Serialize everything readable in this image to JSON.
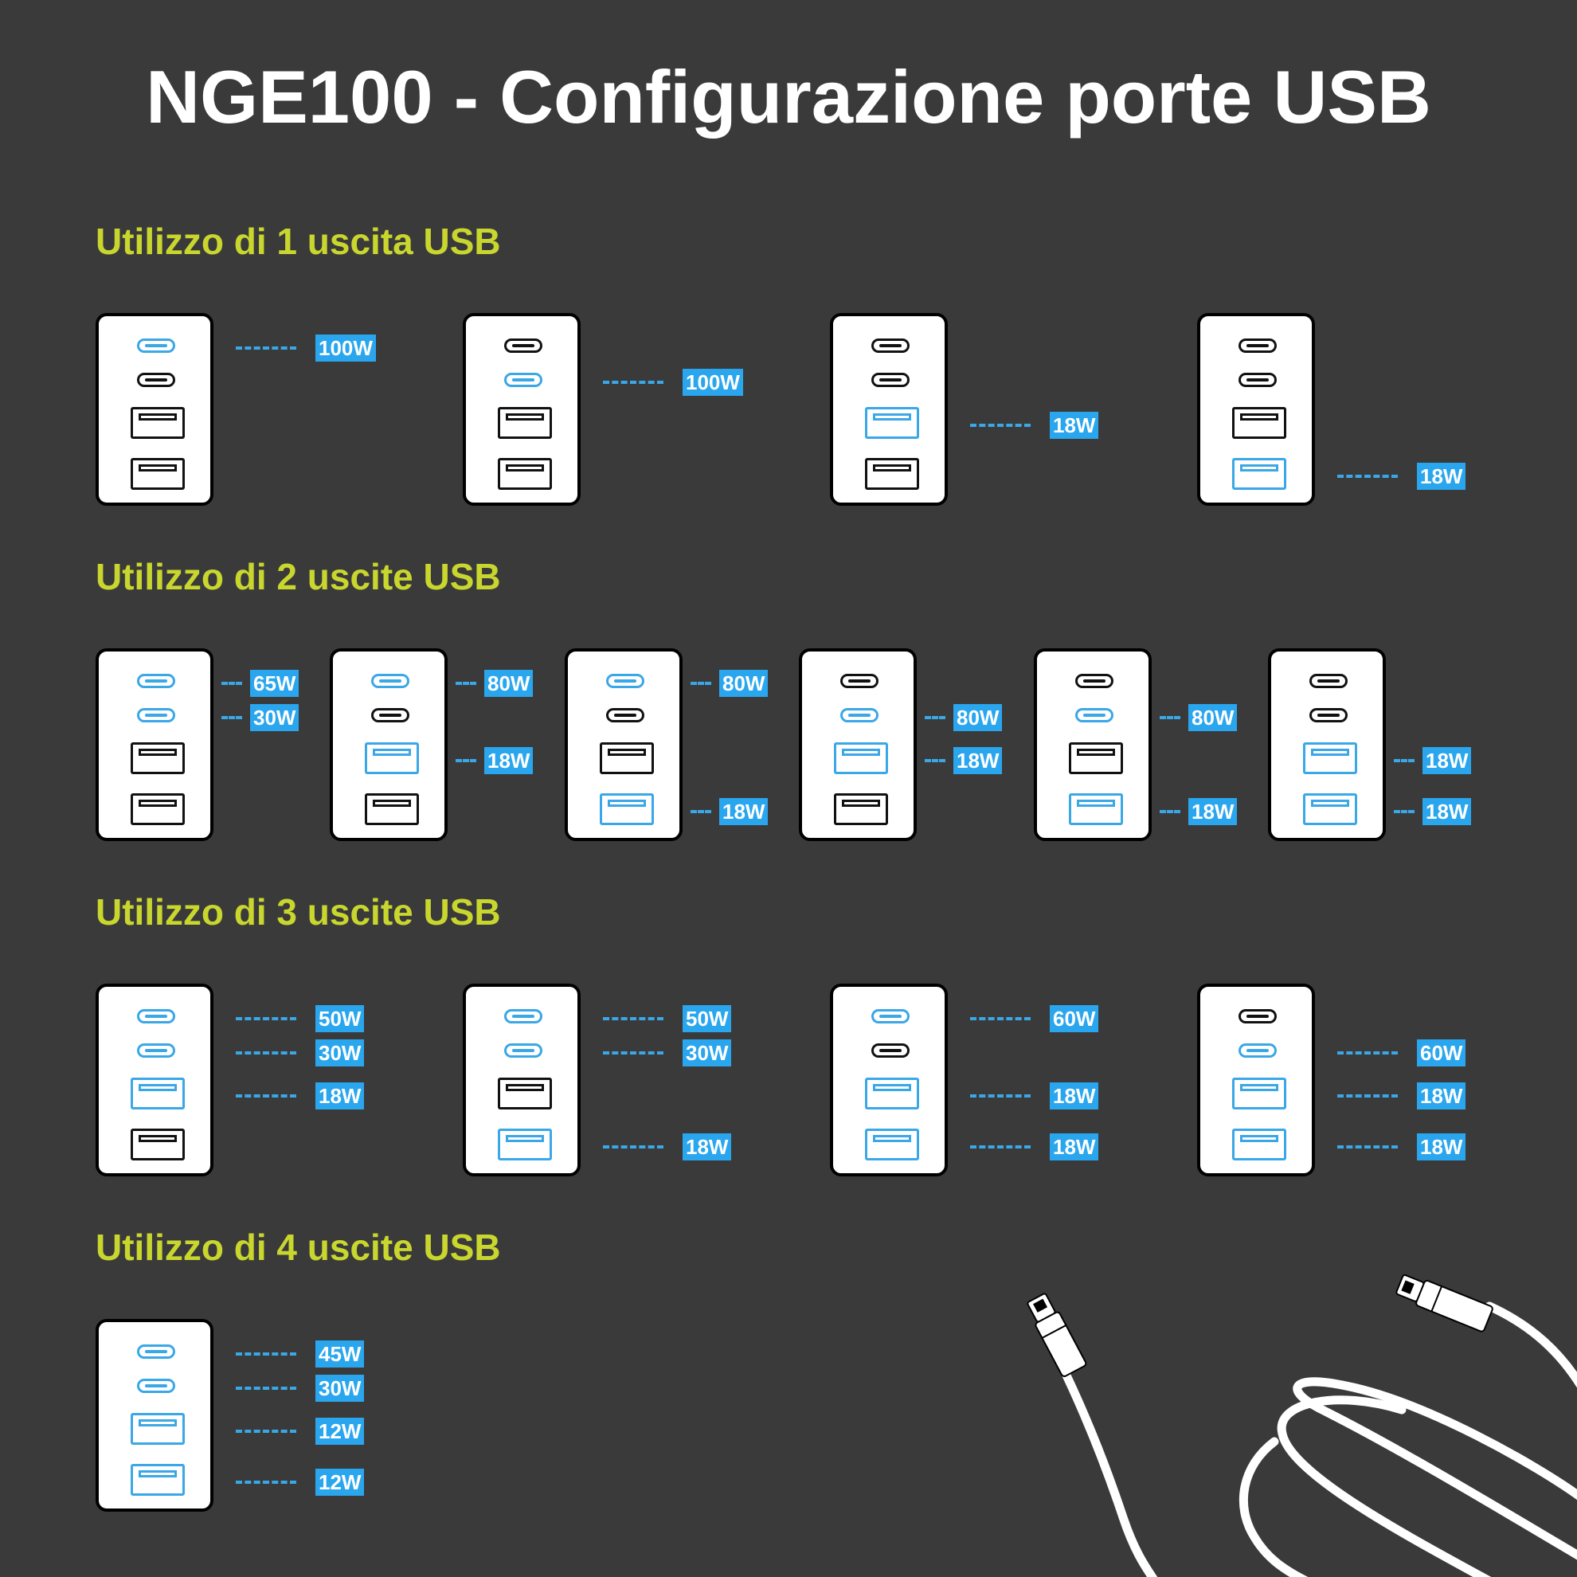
{
  "title": "NGE100 - Configurazione porte USB",
  "colors": {
    "background": "#3a3a3a",
    "section_title": "#c8d62e",
    "active": "#3aa7e6",
    "label_bg": "#2aa6ee"
  },
  "sections": [
    {
      "title": "Utilizzo di 1 uscita USB",
      "configs": [
        {
          "ports": [
            {
              "type": "usb-c",
              "active": true,
              "watt": "100W"
            },
            {
              "type": "usb-c",
              "active": false,
              "watt": ""
            },
            {
              "type": "usb-a",
              "active": false,
              "watt": ""
            },
            {
              "type": "usb-a",
              "active": false,
              "watt": ""
            }
          ]
        },
        {
          "ports": [
            {
              "type": "usb-c",
              "active": false,
              "watt": ""
            },
            {
              "type": "usb-c",
              "active": true,
              "watt": "100W"
            },
            {
              "type": "usb-a",
              "active": false,
              "watt": ""
            },
            {
              "type": "usb-a",
              "active": false,
              "watt": ""
            }
          ]
        },
        {
          "ports": [
            {
              "type": "usb-c",
              "active": false,
              "watt": ""
            },
            {
              "type": "usb-c",
              "active": false,
              "watt": ""
            },
            {
              "type": "usb-a",
              "active": true,
              "watt": "18W"
            },
            {
              "type": "usb-a",
              "active": false,
              "watt": ""
            }
          ]
        },
        {
          "ports": [
            {
              "type": "usb-c",
              "active": false,
              "watt": ""
            },
            {
              "type": "usb-c",
              "active": false,
              "watt": ""
            },
            {
              "type": "usb-a",
              "active": false,
              "watt": ""
            },
            {
              "type": "usb-a",
              "active": true,
              "watt": "18W"
            }
          ]
        }
      ]
    },
    {
      "title": "Utilizzo di 2 uscite USB",
      "configs": [
        {
          "ports": [
            {
              "type": "usb-c",
              "active": true,
              "watt": "65W"
            },
            {
              "type": "usb-c",
              "active": true,
              "watt": "30W"
            },
            {
              "type": "usb-a",
              "active": false,
              "watt": ""
            },
            {
              "type": "usb-a",
              "active": false,
              "watt": ""
            }
          ]
        },
        {
          "ports": [
            {
              "type": "usb-c",
              "active": true,
              "watt": "80W"
            },
            {
              "type": "usb-c",
              "active": false,
              "watt": ""
            },
            {
              "type": "usb-a",
              "active": true,
              "watt": "18W"
            },
            {
              "type": "usb-a",
              "active": false,
              "watt": ""
            }
          ]
        },
        {
          "ports": [
            {
              "type": "usb-c",
              "active": true,
              "watt": "80W"
            },
            {
              "type": "usb-c",
              "active": false,
              "watt": ""
            },
            {
              "type": "usb-a",
              "active": false,
              "watt": ""
            },
            {
              "type": "usb-a",
              "active": true,
              "watt": "18W"
            }
          ]
        },
        {
          "ports": [
            {
              "type": "usb-c",
              "active": false,
              "watt": ""
            },
            {
              "type": "usb-c",
              "active": true,
              "watt": "80W"
            },
            {
              "type": "usb-a",
              "active": true,
              "watt": "18W"
            },
            {
              "type": "usb-a",
              "active": false,
              "watt": ""
            }
          ]
        },
        {
          "ports": [
            {
              "type": "usb-c",
              "active": false,
              "watt": ""
            },
            {
              "type": "usb-c",
              "active": true,
              "watt": "80W"
            },
            {
              "type": "usb-a",
              "active": false,
              "watt": ""
            },
            {
              "type": "usb-a",
              "active": true,
              "watt": "18W"
            }
          ]
        },
        {
          "ports": [
            {
              "type": "usb-c",
              "active": false,
              "watt": ""
            },
            {
              "type": "usb-c",
              "active": false,
              "watt": ""
            },
            {
              "type": "usb-a",
              "active": true,
              "watt": "18W"
            },
            {
              "type": "usb-a",
              "active": true,
              "watt": "18W"
            }
          ]
        }
      ]
    },
    {
      "title": "Utilizzo di 3 uscite USB",
      "configs": [
        {
          "ports": [
            {
              "type": "usb-c",
              "active": true,
              "watt": "50W"
            },
            {
              "type": "usb-c",
              "active": true,
              "watt": "30W"
            },
            {
              "type": "usb-a",
              "active": true,
              "watt": "18W"
            },
            {
              "type": "usb-a",
              "active": false,
              "watt": ""
            }
          ]
        },
        {
          "ports": [
            {
              "type": "usb-c",
              "active": true,
              "watt": "50W"
            },
            {
              "type": "usb-c",
              "active": true,
              "watt": "30W"
            },
            {
              "type": "usb-a",
              "active": false,
              "watt": ""
            },
            {
              "type": "usb-a",
              "active": true,
              "watt": "18W"
            }
          ]
        },
        {
          "ports": [
            {
              "type": "usb-c",
              "active": true,
              "watt": "60W"
            },
            {
              "type": "usb-c",
              "active": false,
              "watt": ""
            },
            {
              "type": "usb-a",
              "active": true,
              "watt": "18W"
            },
            {
              "type": "usb-a",
              "active": true,
              "watt": "18W"
            }
          ]
        },
        {
          "ports": [
            {
              "type": "usb-c",
              "active": false,
              "watt": ""
            },
            {
              "type": "usb-c",
              "active": true,
              "watt": "60W"
            },
            {
              "type": "usb-a",
              "active": true,
              "watt": "18W"
            },
            {
              "type": "usb-a",
              "active": true,
              "watt": "18W"
            }
          ]
        }
      ]
    },
    {
      "title": "Utilizzo di 4 uscite USB",
      "configs": [
        {
          "ports": [
            {
              "type": "usb-c",
              "active": true,
              "watt": "45W"
            },
            {
              "type": "usb-c",
              "active": true,
              "watt": "30W"
            },
            {
              "type": "usb-a",
              "active": true,
              "watt": "12W"
            },
            {
              "type": "usb-a",
              "active": true,
              "watt": "12W"
            }
          ]
        }
      ]
    }
  ],
  "decoration": {
    "icon": "usb-c-cable-icon"
  }
}
